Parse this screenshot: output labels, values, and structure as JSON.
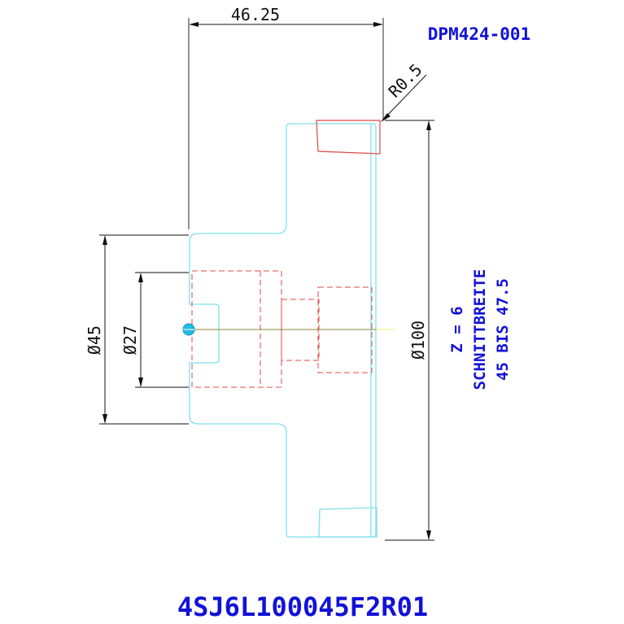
{
  "drawing_number": "DPM424-001",
  "part_code": "4SJ6L100045F2R01",
  "dimensions": {
    "width": "46.25",
    "radius": "R0.5",
    "dia_outer": "Ø100",
    "dia_hub": "Ø45",
    "dia_bore": "Ø27"
  },
  "notes": {
    "teeth": "Z = 6",
    "cut_width": "SCHNITTBREITE",
    "cut_range": "45 BIS 47.5"
  },
  "colors": {
    "outline": "#7fe0ea",
    "hidden": "#e04848",
    "dimension": "#111111",
    "text_blue": "#1212d8",
    "centerline": "#8a8a40"
  }
}
